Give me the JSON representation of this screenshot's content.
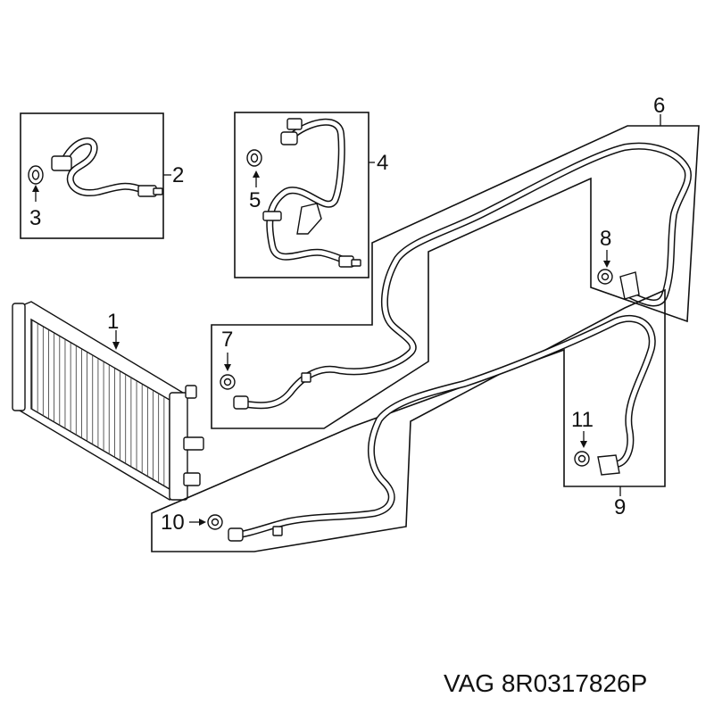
{
  "callouts": {
    "c1": "1",
    "c2": "2",
    "c3": "3",
    "c4": "4",
    "c5": "5",
    "c6": "6",
    "c7": "7",
    "c8": "8",
    "c9": "9",
    "c10": "10",
    "c11": "11"
  },
  "footer": {
    "part_number": "VAG 8R0317826P"
  }
}
